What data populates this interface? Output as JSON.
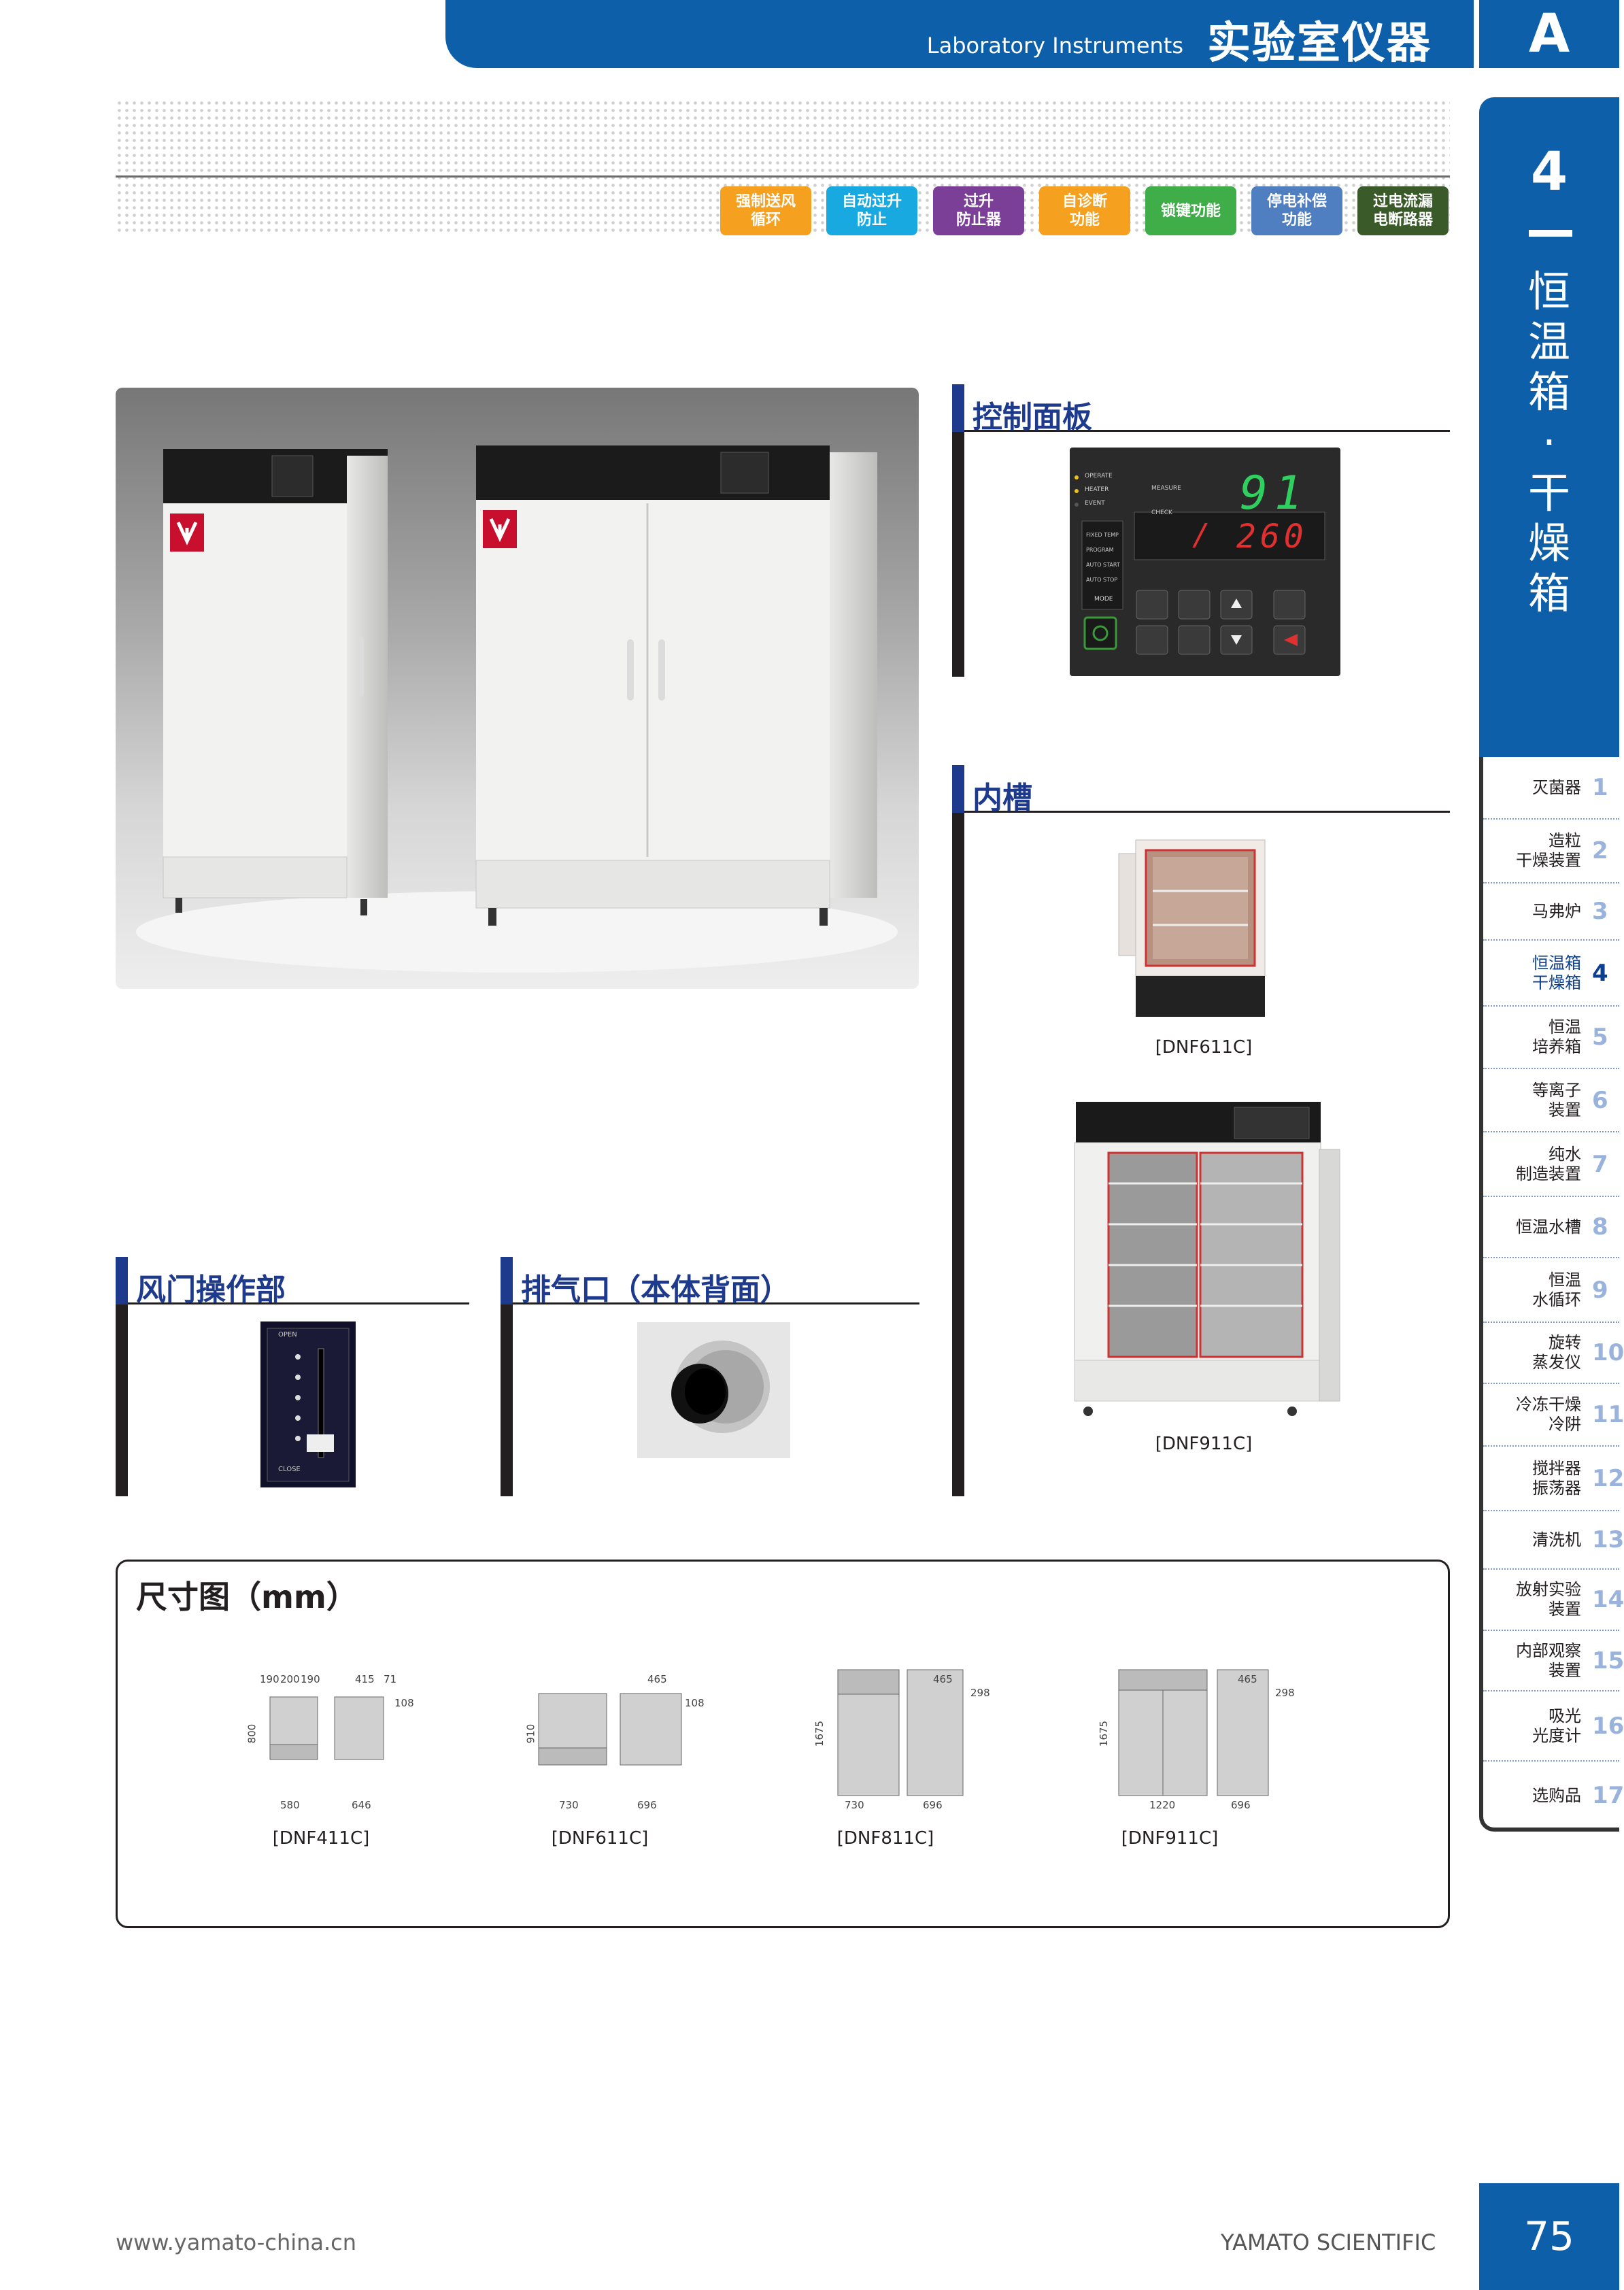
{
  "header": {
    "subtitle_en": "Laboratory Instruments",
    "title_cn": "实验室仪器",
    "section_letter": "A"
  },
  "chapter": {
    "number": "4",
    "title_lines": [
      "恒",
      "温",
      "箱",
      "·",
      "干",
      "燥",
      "箱"
    ]
  },
  "sidebar": {
    "items": [
      {
        "label": "灭菌器",
        "num": "1"
      },
      {
        "label": "造粒\n干燥装置",
        "num": "2"
      },
      {
        "label": "马弗炉",
        "num": "3"
      },
      {
        "label": "恒温箱\n干燥箱",
        "num": "4"
      },
      {
        "label": "恒温\n培养箱",
        "num": "5"
      },
      {
        "label": "等离子\n装置",
        "num": "6"
      },
      {
        "label": "纯水\n制造装置",
        "num": "7"
      },
      {
        "label": "恒温水槽",
        "num": "8"
      },
      {
        "label": "恒温\n水循环",
        "num": "9"
      },
      {
        "label": "旋转\n蒸发仪",
        "num": "10"
      },
      {
        "label": "冷冻干燥\n冷阱",
        "num": "11"
      },
      {
        "label": "搅拌器\n振荡器",
        "num": "12"
      },
      {
        "label": "清洗机",
        "num": "13"
      },
      {
        "label": "放射实验\n装置",
        "num": "14"
      },
      {
        "label": "内部观察\n装置",
        "num": "15"
      },
      {
        "label": "吸光\n光度计",
        "num": "16"
      },
      {
        "label": "选购品",
        "num": "17"
      }
    ]
  },
  "features": [
    {
      "label": "强制送风\n循环",
      "color": "#f5a01f"
    },
    {
      "label": "自动过升\n防止",
      "color": "#18a9e1"
    },
    {
      "label": "过升\n防止器",
      "color": "#7b3f98"
    },
    {
      "label": "自诊断\n功能",
      "color": "#f5a01f"
    },
    {
      "label": "锁键功能",
      "color": "#3fae49"
    },
    {
      "label": "停电补偿\n功能",
      "color": "#4f7fc1"
    },
    {
      "label": "过电流漏\n电断路器",
      "color": "#3a5a2a"
    }
  ],
  "sections": {
    "control_panel": "控制面板",
    "chamber": "内槽",
    "damper": "风门操作部",
    "exhaust": "排气口（本体背面）",
    "dimensions": "尺寸图（mm）"
  },
  "panel_display": {
    "top": "91",
    "bottom": "260",
    "bottom_prefix": "/",
    "indicators": [
      "OPERATE",
      "HEATER",
      "EVENT"
    ],
    "labels_right": [
      "MEASURE",
      "CHECK"
    ],
    "mode_list": [
      "FIXED TEMP",
      "PROGRAM",
      "AUTO START",
      "AUTO STOP"
    ],
    "mode_button": "MODE"
  },
  "damper_labels": {
    "open": "OPEN",
    "close": "CLOSE"
  },
  "chamber_captions": [
    "[DNF611C]",
    "[DNF911C]"
  ],
  "dimension_models": [
    {
      "caption": "[DNF411C]",
      "height": "800",
      "front_dims": [
        "190",
        "200",
        "190"
      ],
      "front_width": "580",
      "side_top": "415",
      "side_extra": "71",
      "side_mark": "108",
      "side_width": "646"
    },
    {
      "caption": "[DNF611C]",
      "height": "910",
      "front_width": "730",
      "side_top": "465",
      "side_mark": "108",
      "side_width": "696"
    },
    {
      "caption": "[DNF811C]",
      "height": "1675",
      "front_width": "730",
      "side_top": "465",
      "side_mark": "298",
      "side_width": "696"
    },
    {
      "caption": "[DNF911C]",
      "height": "1675",
      "front_width": "1220",
      "side_top": "465",
      "side_mark": "298",
      "side_width": "696"
    }
  ],
  "footer": {
    "url": "www.yamato-china.cn",
    "brand": "YAMATO SCIENTIFIC",
    "page": "75"
  }
}
